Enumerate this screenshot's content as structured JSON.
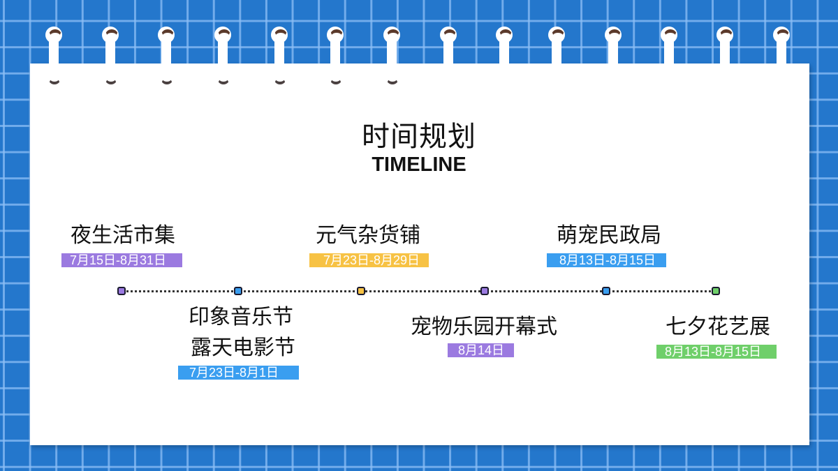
{
  "title": {
    "chinese": "时间规划",
    "english": "TIMELINE"
  },
  "colors": {
    "background_blue": "#2477cc",
    "grid_line": "#8cbef5",
    "paper": "#ffffff",
    "purple": "#9b7ae0",
    "blue": "#3a9ef0",
    "yellow": "#f7c244",
    "green": "#6fcf6a"
  },
  "binder": {
    "ring_count": 14,
    "hook_count": 6
  },
  "events": [
    {
      "name": "夜生活市集",
      "date": "7月15日-8月31日",
      "color": "#9b7ae0",
      "position": "above"
    },
    {
      "name": "印象音乐节",
      "name_line2": "露天电影节",
      "date": "7月23日-8月1日",
      "color": "#3a9ef0",
      "position": "below"
    },
    {
      "name": "元气杂货铺",
      "date": "7月23日-8月29日",
      "color": "#f7c244",
      "position": "above"
    },
    {
      "name": "宠物乐园开幕式",
      "date": "8月14日",
      "color": "#9b7ae0",
      "position": "below"
    },
    {
      "name": "萌宠民政局",
      "date": "8月13日-8月15日",
      "color": "#3a9ef0",
      "position": "above"
    },
    {
      "name": "七夕花艺展",
      "date": "8月13日-8月15日",
      "color": "#6fcf6a",
      "position": "below"
    }
  ],
  "timeline_nodes": [
    {
      "color": "#9b7ae0"
    },
    {
      "color": "#3a9ef0"
    },
    {
      "color": "#f7c244"
    },
    {
      "color": "#9b7ae0"
    },
    {
      "color": "#3a9ef0"
    },
    {
      "color": "#6fcf6a"
    }
  ]
}
